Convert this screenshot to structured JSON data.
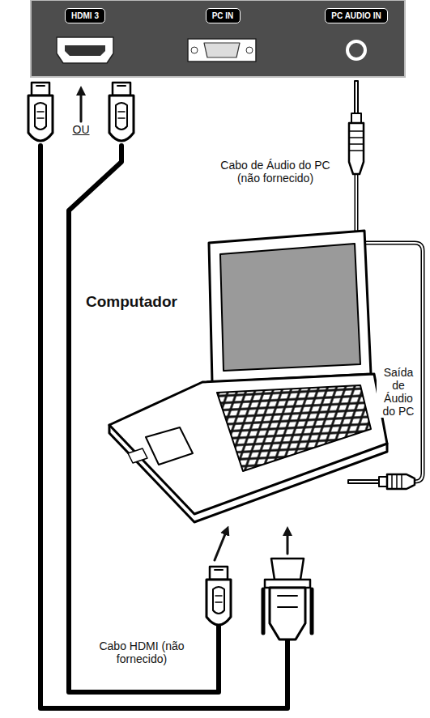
{
  "diagram": {
    "nodes": [
      {
        "text": [
          "HDMI 3"
        ]
      },
      {
        "text": [
          "PC IN"
        ]
      },
      {
        "text": [
          "PC AUDIO IN"
        ]
      }
    ],
    "labels": [
      "OU",
      "Cabo de Áudio do PC (não fornecido)",
      "Computador",
      "Saída de Áudio do PC",
      "Cabo HDMI (não fornecido)"
    ]
  }
}
